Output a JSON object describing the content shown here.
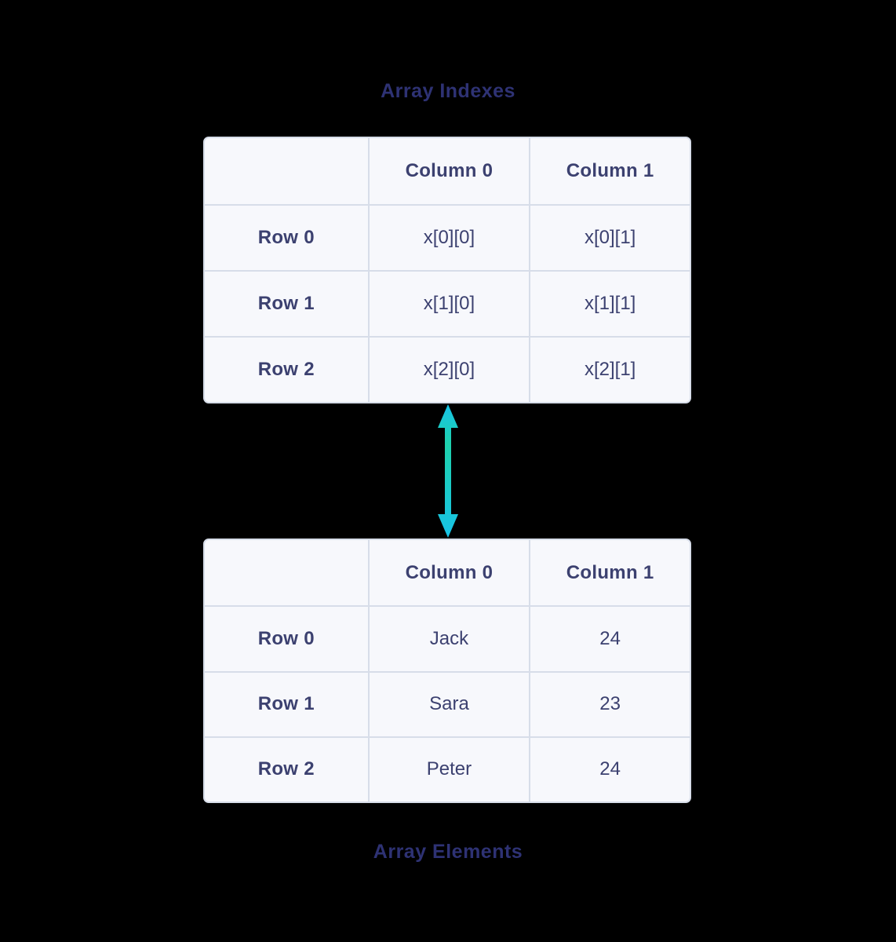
{
  "theme": {
    "page_bg": "#000000",
    "title_color": "#2e3274",
    "text_color": "#3c4170",
    "table_bg": "#f7f8fc",
    "grid_line": "#d7dde9",
    "arrow_teal": "#1ed2ad",
    "arrow_cyan": "#17c3e8"
  },
  "titles": {
    "top": "Array Indexes",
    "bottom": "Array Elements"
  },
  "indexes_table": {
    "headers": [
      "",
      "Column 0",
      "Column 1"
    ],
    "rows": [
      {
        "label": "Row 0",
        "values": [
          "x[0][0]",
          "x[0][1]"
        ]
      },
      {
        "label": "Row 1",
        "values": [
          "x[1][0]",
          "x[1][1]"
        ]
      },
      {
        "label": "Row 2",
        "values": [
          "x[2][0]",
          "x[2][1]"
        ]
      }
    ]
  },
  "elements_table": {
    "headers": [
      "",
      "Column 0",
      "Column 1"
    ],
    "rows": [
      {
        "label": "Row 0",
        "values": [
          "Jack",
          "24"
        ]
      },
      {
        "label": "Row 1",
        "values": [
          "Sara",
          "23"
        ]
      },
      {
        "label": "Row 2",
        "values": [
          "Peter",
          "24"
        ]
      }
    ]
  },
  "arrow": {
    "type": "double-headed-vertical"
  }
}
